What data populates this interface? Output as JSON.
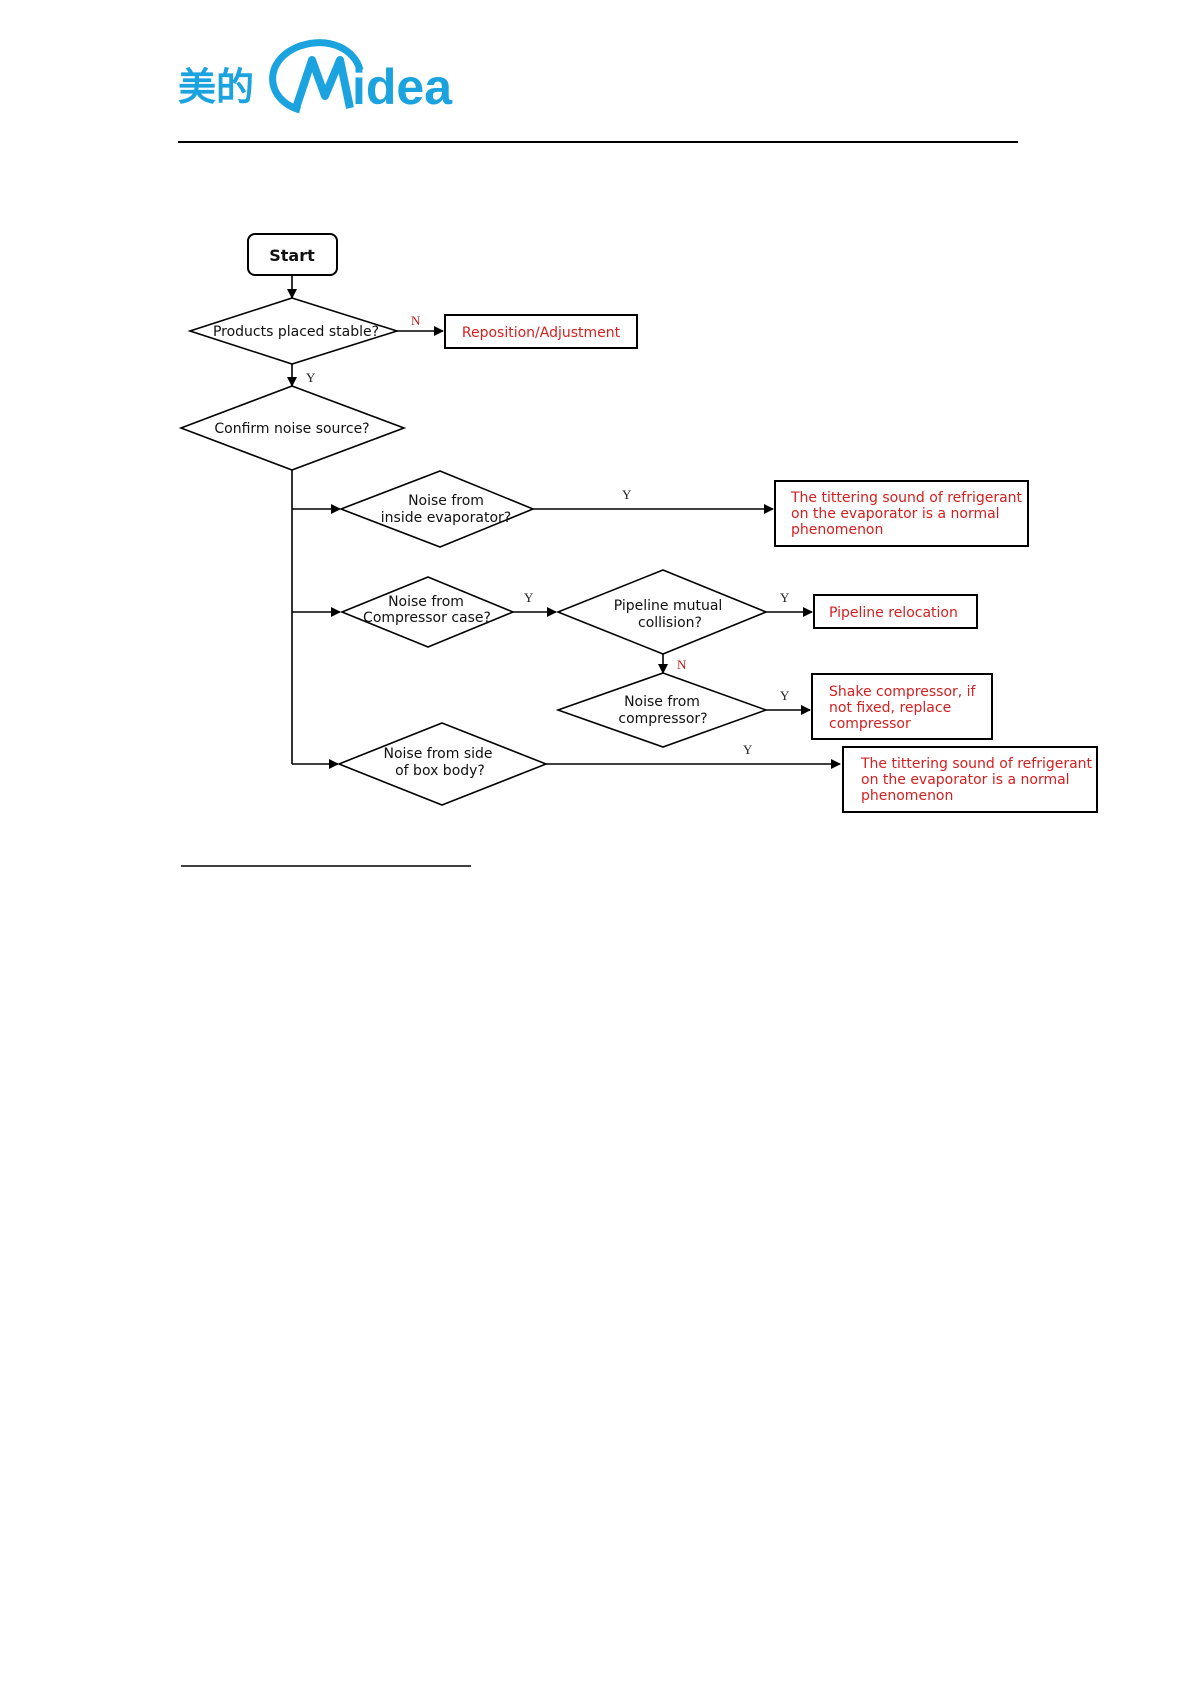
{
  "header": {
    "logo_cn": "美的",
    "logo_en": "idea"
  },
  "flowchart": {
    "start": "Start",
    "q_stable": "Products placed stable?",
    "r_reposition": "Reposition/Adjustment",
    "q_source": "Confirm noise source?",
    "q_evap": [
      "Noise from",
      "inside evaporator?"
    ],
    "r_evap": [
      "The tittering sound of refrigerant",
      "on the evaporator is a normal",
      "phenomenon"
    ],
    "q_comp_case": [
      "Noise from",
      "Compressor case?"
    ],
    "q_pipeline": [
      "Pipeline mutual",
      "collision?"
    ],
    "r_pipeline": "Pipeline relocation",
    "q_compressor": [
      "Noise from",
      "compressor?"
    ],
    "r_compressor": [
      "Shake compressor, if",
      "not fixed, replace",
      "compressor"
    ],
    "q_box": [
      "Noise from side",
      "of box body?"
    ],
    "r_box": [
      "The tittering sound of refrigerant",
      "on the evaporator is a normal",
      "phenomenon"
    ],
    "label_y": "Y",
    "label_n": "N"
  },
  "colors": {
    "brand_blue": "#1aa3de",
    "result_red": "#d42020"
  }
}
